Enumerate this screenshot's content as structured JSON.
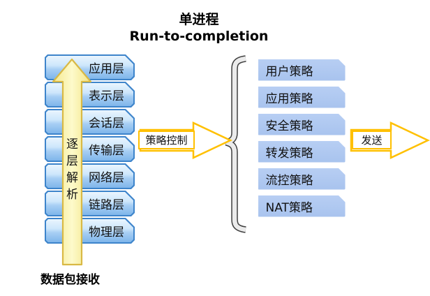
{
  "title": {
    "line1": "单进程",
    "line2": "Run-to-completion"
  },
  "left_stack": {
    "layers": [
      "应用层",
      "表示层",
      "会话层",
      "传输层",
      "网络层",
      "链路层",
      "物理层"
    ],
    "up_arrow_label": "逐层解析",
    "bottom_label": "数据包接收"
  },
  "policy_arrow": {
    "label": "策略控制"
  },
  "right_stack": {
    "policies": [
      "用户策略",
      "应用策略",
      "安全策略",
      "转发策略",
      "流控策略",
      "NAT策略"
    ]
  },
  "send_arrow": {
    "label": "发送"
  },
  "colors": {
    "layer_box_border": "#3d84cb",
    "layer_box_fill_top": "#eaf5fe",
    "layer_box_fill_bottom": "#7fb5ea",
    "policy_box_fill": "#abc5ee",
    "policy_box_border": "#ffffff",
    "block_arrow_outline": "#ffc000",
    "up_arrow_fill": "#fbf5aa",
    "up_arrow_border": "#d9b945",
    "brace_fill": "#ebebeb",
    "brace_outline": "#3f3f3f",
    "text": "#000000"
  }
}
